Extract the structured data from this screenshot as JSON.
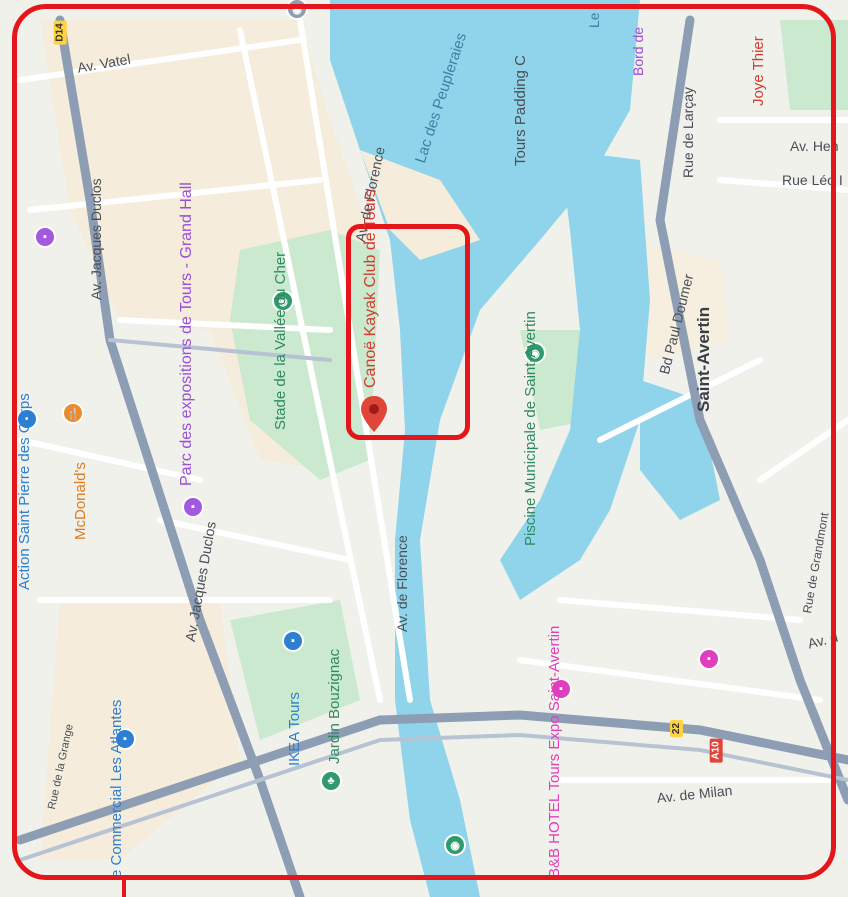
{
  "map": {
    "colors": {
      "land": "#f1f1ec",
      "urban": "#f5ecdc",
      "park": "#cbe9cf",
      "water": "#8fd4ea",
      "road": "#ffffff",
      "major_road": "#8d9db3",
      "frame": "#e4161c"
    },
    "roads": {
      "vatel": "Av. Vatel",
      "duclos_north": "Av. Jacques Duclos",
      "duclos_south": "Av. Jacques Duclos",
      "florence_north": "Av. de Florence",
      "florence_south": "Av. de Florence",
      "larcay": "Rue de Larçay",
      "doumer": "Bd Paul Doumer",
      "henri": "Av. Hen",
      "leo": "Rue Léo I",
      "milan": "Av. de Milan",
      "grandmont": "Rue de Grandmont",
      "av_d": "Av. d",
      "grange": "Rue de la Grange",
      "bord": "Bord de",
      "le": "Le"
    },
    "water_labels": {
      "lac": "Lac des Peupleraies",
      "paddling": "Tours Padding C"
    },
    "pois": {
      "canoe": "Canoë Kayak Club de Tours",
      "parc": "Parc des expositions de Tours - Grand Hall",
      "stade": "Stade de la Vallée du Cher",
      "piscine": "Piscine Municipale de Saint-Avertin",
      "mcdonalds": "McDonald's",
      "action": "Action Saint Pierre des Corps",
      "ikea": "IKEA Tours",
      "jardin": "Jardin Bouzignac",
      "commercial": "e Commercial Les Atlantes",
      "bb": "B&B HOTEL Tours Expo Saint-Avertin",
      "joye": "Joye Thier"
    },
    "town": "Saint-Avertin",
    "shields": {
      "d14": "D14",
      "n22": "22",
      "a10": "A10"
    },
    "icons": {
      "canoe": "map-pin-icon",
      "parc": "building-icon",
      "stade": "stadium-icon",
      "piscine": "pool-icon",
      "mcdonalds": "restaurant-icon",
      "action": "shopping-icon",
      "ikea": "shopping-icon",
      "jardin": "tree-icon",
      "bb": "hotel-icon"
    }
  }
}
